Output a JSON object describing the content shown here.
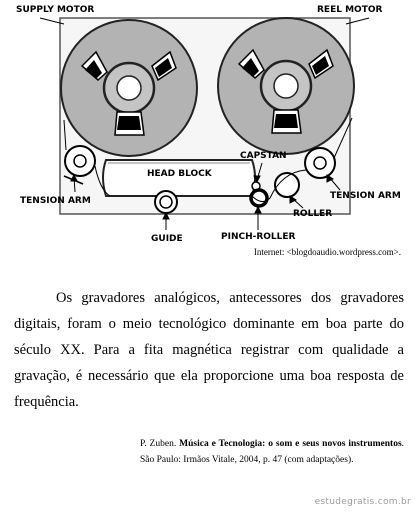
{
  "figure": {
    "labels": {
      "supply_motor": "SUPPLY MOTOR",
      "reel_motor": "REEL MOTOR",
      "capstan": "CAPSTAN",
      "head_block": "HEAD BLOCK",
      "tension_arm_left": "TENSION ARM",
      "tension_arm_right": "TENSION ARM",
      "roller": "ROLLER",
      "guide": "GUIDE",
      "pinch_roller": "PINCH-ROLLER"
    },
    "credit": "Internet: <blogdoaudio.wordpress.com>."
  },
  "paragraph": "Os gravadores analógicos, antecessores dos gravadores digitais, foram o meio tecnológico dominante em boa parte do século XX. Para a fita magnética registrar com qualidade a gravação, é necessário que ela proporcione uma boa resposta de frequência.",
  "source": {
    "author": "P. Zuben.",
    "title": "Música e Tecnologia: o som e seus novos instrumentos",
    "rest": ". São Paulo: Irmãos Vitale, 2004, p. 47 (com adaptações)."
  },
  "watermark": "estudegratis.com.br"
}
